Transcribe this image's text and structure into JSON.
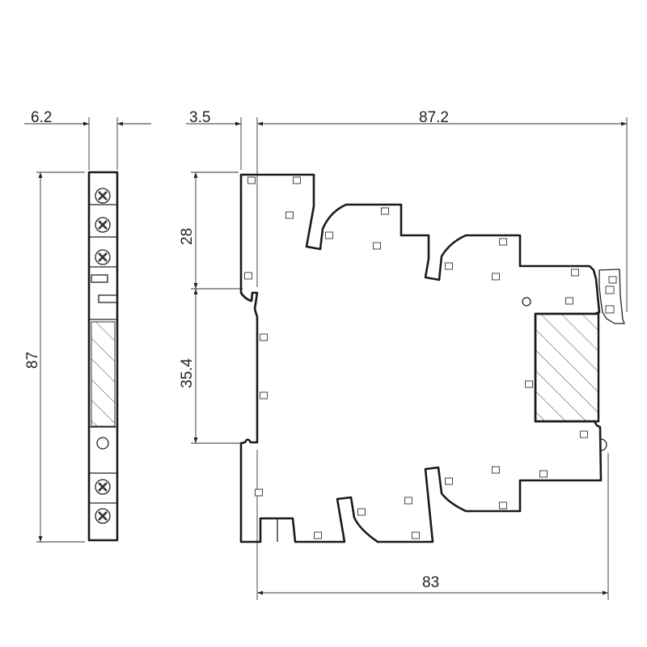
{
  "dimensions": {
    "side_width": "6.2",
    "rail_offset": "3.5",
    "total_depth": "87.2",
    "height": "87",
    "upper_height": "28",
    "rail_height": "35.4",
    "body_depth": "83"
  },
  "colors": {
    "line": "#1a1a1a",
    "background": "#ffffff"
  }
}
